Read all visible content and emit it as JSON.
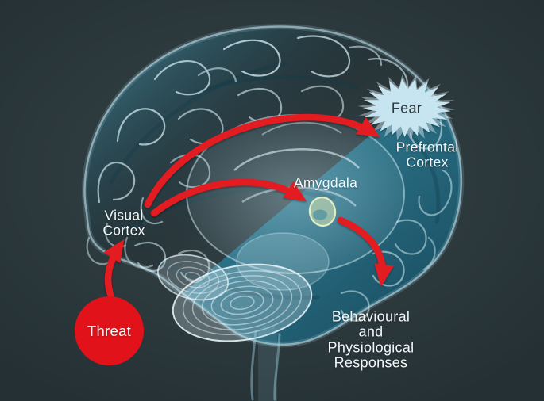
{
  "diagram": {
    "subject": "Fear response pathway in the brain",
    "colors": {
      "background": "#2c393d",
      "arrow_red": "#e31b20",
      "threat_red": "#e2121a",
      "fear_bubble": "#c7e5f1",
      "fear_text": "#2b383c",
      "label_text": "#f4f8f9",
      "brain_teal": "#3e8ea6",
      "amygdala_highlight": "#e4edb4"
    },
    "nodes": {
      "threat": {
        "label": "Threat",
        "shape": "circle"
      },
      "visual_cortex": {
        "label": "Visual\nCortex",
        "shape": "text"
      },
      "amygdala": {
        "label": "Amygdala",
        "shape": "text"
      },
      "prefrontal_cortex": {
        "label": "Prefrontal\nCortex",
        "shape": "text"
      },
      "fear": {
        "label": "Fear",
        "shape": "starburst"
      },
      "responses": {
        "label": "Behavioural\nand\nPhysiological\nResponses",
        "shape": "text"
      }
    },
    "arrows": [
      {
        "from": "threat",
        "to": "visual_cortex"
      },
      {
        "from": "visual_cortex",
        "to": "prefrontal_cortex"
      },
      {
        "from": "visual_cortex",
        "to": "amygdala"
      },
      {
        "from": "amygdala",
        "to": "responses"
      }
    ]
  }
}
